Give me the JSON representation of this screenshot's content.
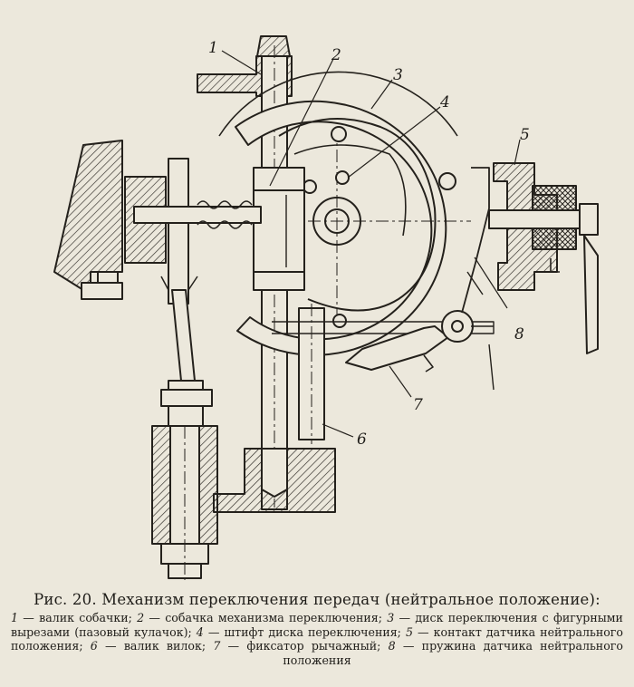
{
  "callouts": [
    "1",
    "2",
    "3",
    "4",
    "5",
    "6",
    "7",
    "8"
  ],
  "caption": {
    "figure": "Рис. 20.",
    "title": "Механизм переключения передач (нейтральное положение):"
  },
  "legend": [
    {
      "num": "1",
      "text": "— валик собачки;"
    },
    {
      "num": "2",
      "text": "— собачка механизма переключения;"
    },
    {
      "num": "3",
      "text": "— диск переключения с фигурными вырезами (пазовый кулачок);"
    },
    {
      "num": "4",
      "text": "— штифт диска переключения;"
    },
    {
      "num": "5",
      "text": "— контакт датчика нейтрального положения;"
    },
    {
      "num": "6",
      "text": "— валик вилок;"
    },
    {
      "num": "7",
      "text": "— фиксатор рычажный;"
    },
    {
      "num": "8",
      "text": "— пружина датчика нейтрального положения"
    }
  ]
}
